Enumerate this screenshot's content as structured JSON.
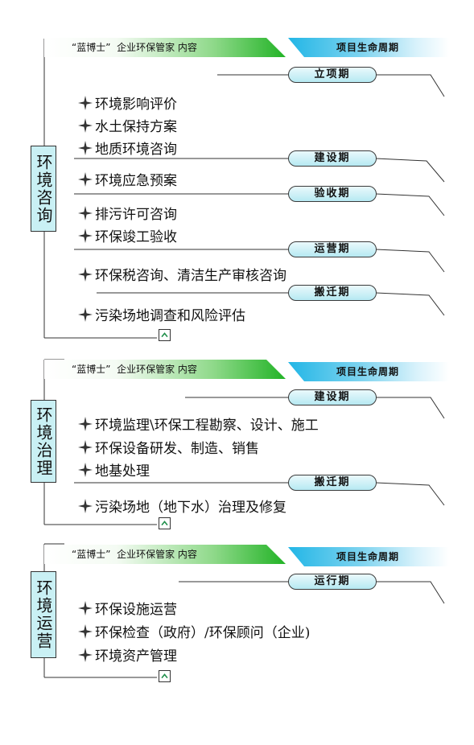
{
  "colors": {
    "side_fill": "#c9f0f4",
    "green_accent": "#22b326",
    "blue_accent": "#22b6e6",
    "collapse_icon": "#1f8f4a"
  },
  "sections": [
    {
      "label": "环境咨询",
      "banner_left": "“蓝博士”  企业环保管家 内容",
      "banner_right": "项目生命周期",
      "phases": [
        "立项期",
        "建设期",
        "验收期",
        "运营期",
        "搬迁期"
      ],
      "items": [
        "环境影响评价",
        "水土保持方案",
        "地质环境咨询",
        "环境应急预案",
        "排污许可咨询",
        "环保竣工验收",
        " 环保税咨询、清洁生产审核咨询",
        "污染场地调查和风险评估"
      ]
    },
    {
      "label": "环境治理",
      "banner_left": "“蓝博士”  企业环保管家 内容",
      "banner_right": "项目生命周期",
      "phases": [
        "建设期",
        "搬迁期"
      ],
      "items": [
        "环境监理\\环保工程勘察、设计、施工",
        "环保设备研发、制造、销售",
        "地基处理",
        "污染场地（地下水）治理及修复"
      ]
    },
    {
      "label": "环境运营",
      "banner_left": "“蓝博士”  企业环保管家 内容",
      "banner_right": "项目生命周期",
      "phases": [
        "运行期"
      ],
      "items": [
        " 环保设施运营",
        "环保检查（政府）/环保顾问（企业)",
        "环境资产管理"
      ]
    }
  ]
}
